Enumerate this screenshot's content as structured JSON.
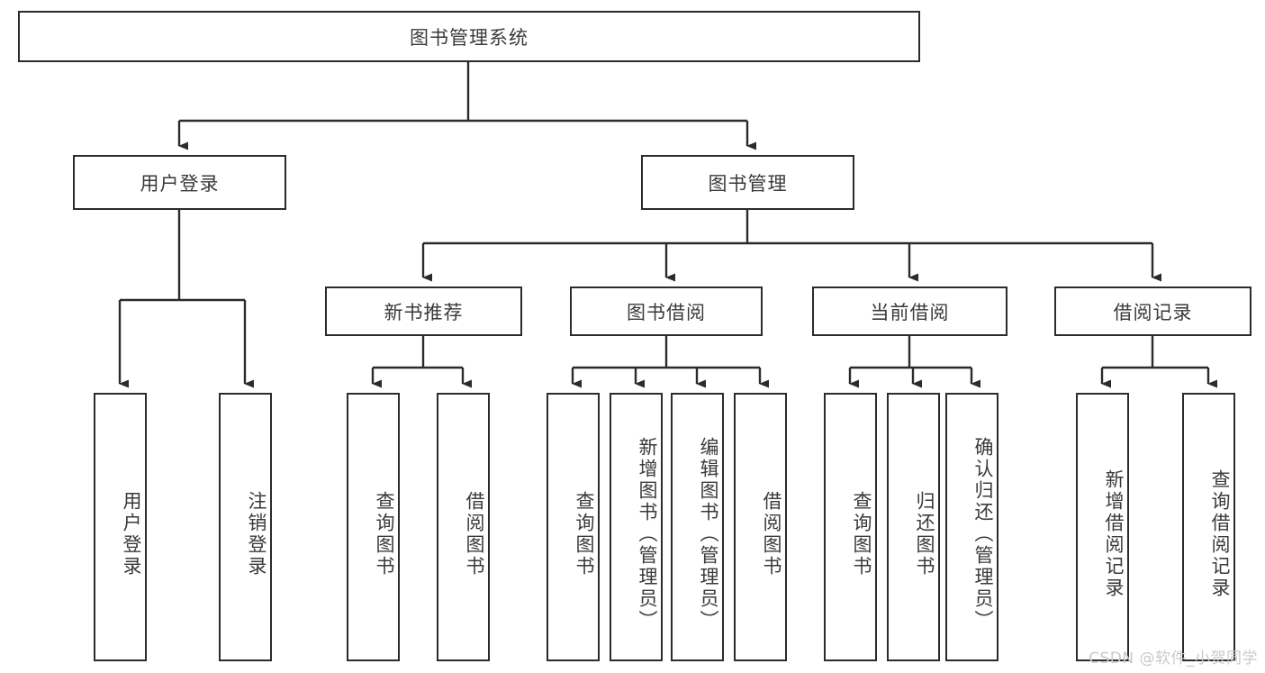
{
  "diagram": {
    "title": "图书管理系统",
    "watermark": "CSDN @软件_小贺同学",
    "colors": {
      "box_border": "#2b2b2b",
      "box_fill": "#ffffff",
      "text": "#3a3a3a",
      "connector": "#2b2b2b",
      "watermark": "#c9c9c9",
      "background": "#ffffff"
    },
    "root": {
      "label": "图书管理系统"
    },
    "level2": [
      {
        "label": "用户登录"
      },
      {
        "label": "图书管理"
      }
    ],
    "level3": [
      {
        "label": "新书推荐"
      },
      {
        "label": "图书借阅"
      },
      {
        "label": "当前借阅"
      },
      {
        "label": "借阅记录"
      }
    ],
    "leaves": {
      "user_login": [
        {
          "label": "用户登录"
        },
        {
          "label": "注销登录"
        }
      ],
      "new_book_recommend": [
        {
          "label": "查询图书"
        },
        {
          "label": "借阅图书"
        }
      ],
      "book_borrow": [
        {
          "label": "查询图书"
        },
        {
          "label": "新增图书（管理员）"
        },
        {
          "label": "编辑图书（管理员）"
        },
        {
          "label": "借阅图书"
        }
      ],
      "current_borrow": [
        {
          "label": "查询图书"
        },
        {
          "label": "归还图书"
        },
        {
          "label": "确认归还（管理员）"
        }
      ],
      "borrow_record": [
        {
          "label": "新增借阅记录"
        },
        {
          "label": "查询借阅记录"
        }
      ]
    }
  }
}
